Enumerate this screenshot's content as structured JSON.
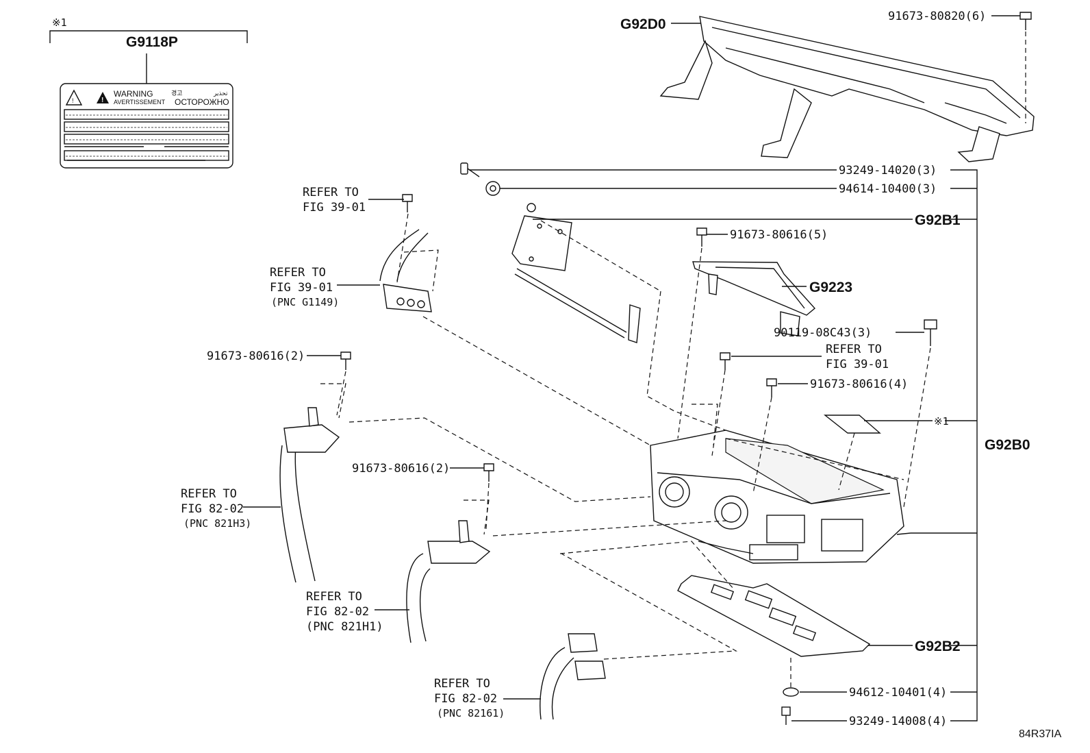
{
  "diagram": {
    "id_code": "84R37IA",
    "label_sheet": {
      "ref_mark": "※1",
      "part_number": "G9118P",
      "warning_en": "WARNING",
      "warning_fr": "AVERTISSEMENT",
      "warning_kr": "경고",
      "warning_ru": "ОСТОРОЖНО",
      "warning_ar": "تحذير"
    },
    "callouts": {
      "g92d0": "G92D0",
      "bolt_80820": "91673-80820(6)",
      "bolt_14020": "93249-14020(3)",
      "washer_10400": "94614-10400(3)",
      "g92b1": "G92B1",
      "bolt_80616_5": "91673-80616(5)",
      "g9223": "G9223",
      "bolt_08c43": "90119-08C43(3)",
      "refer_39_01_mid_1": "REFER TO",
      "refer_39_01_mid_2": "FIG 39-01",
      "bolt_80616_4": "91673-80616(4)",
      "ref_mark_1": "※1",
      "g92b0": "G92B0",
      "g92b2": "G92B2",
      "washer_10401": "94612-10401(4)",
      "bolt_14008": "93249-14008(4)",
      "refer_top_1": "REFER TO",
      "refer_top_2": "FIG 39-01",
      "refer_g1149_1": "REFER TO",
      "refer_g1149_2": "FIG 39-01",
      "refer_g1149_3": "(PNC G1149)",
      "bolt_80616_2a": "91673-80616(2)",
      "bolt_80616_2b": "91673-80616(2)",
      "refer_821h3_1": "REFER TO",
      "refer_821h3_2": "FIG 82-02",
      "refer_821h3_3": "(PNC 821H3)",
      "refer_821h1_1": "REFER TO",
      "refer_821h1_2": "FIG 82-02",
      "refer_821h1_3": "(PNC 821H1)",
      "refer_82161_1": "REFER TO",
      "refer_82161_2": "FIG 82-02",
      "refer_82161_3": "(PNC 82161)"
    }
  }
}
